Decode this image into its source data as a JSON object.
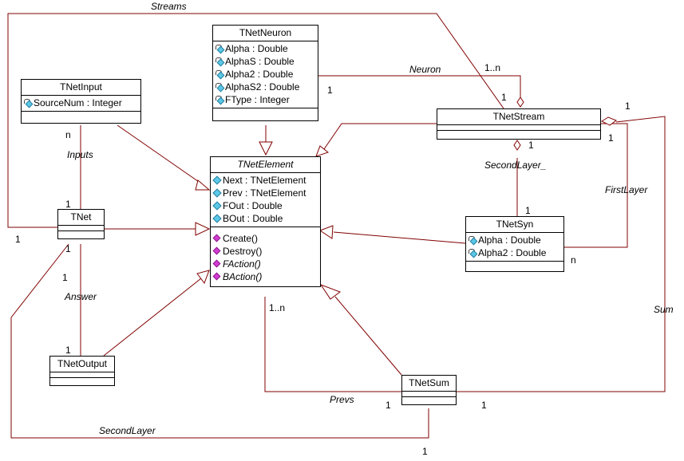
{
  "colors": {
    "line": "#800000",
    "border": "#000000",
    "attr_icon": "#5ac8e6",
    "op_icon": "#d43bd4"
  },
  "icons": {
    "private_attribute": "lock-diamond-icon",
    "public_attribute": "cyan-diamond-icon",
    "public_operation": "magenta-diamond-icon"
  },
  "classes": {
    "tnetneuron": {
      "name": "TNetNeuron",
      "attributes": [
        "Alpha : Double",
        "AlphaS : Double",
        "Alpha2 : Double",
        "AlphaS2 : Double",
        "FType : Integer"
      ]
    },
    "tnetinput": {
      "name": "TNetInput",
      "attributes": [
        "SourceNum : Integer"
      ]
    },
    "tnetstream": {
      "name": "TNetStream"
    },
    "tnetelement": {
      "name": "TNetElement",
      "attributes": [
        "Next : TNetElement",
        "Prev : TNetElement",
        "FOut : Double",
        "BOut : Double"
      ],
      "operations": [
        "Create()",
        "Destroy()",
        "FAction()",
        "BAction()"
      ]
    },
    "tnet": {
      "name": "TNet"
    },
    "tnetsyn": {
      "name": "TNetSyn",
      "attributes": [
        "Alpha : Double",
        "Alpha2 : Double"
      ]
    },
    "tnetoutput": {
      "name": "TNetOutput"
    },
    "tnetsum": {
      "name": "TNetSum"
    }
  },
  "labels": {
    "streams": "Streams",
    "neuron": "Neuron",
    "neuron_mult_1n": "1..n",
    "neuron_mult_1": "1",
    "neuron_mult_stream": "1",
    "inputs": "Inputs",
    "inputs_n": "n",
    "inputs_1": "1",
    "second_layer_": "SecondLayer_",
    "second_layer_1a": "1",
    "second_layer_1b": "1",
    "first_layer": "FirstLayer",
    "first_layer_1": "1",
    "first_layer_n": "n",
    "stream_sum_1": "1",
    "sum": "Sum",
    "sum_1": "1",
    "answer": "Answer",
    "answer_1a": "1",
    "answer_1b": "1",
    "tnet_left_1": "1",
    "tnet_bottom_1": "1",
    "prevs": "Prevs",
    "prevs_1n": "1..n",
    "prevs_1": "1",
    "second_layer": "SecondLayer",
    "second_layer_bottom_1": "1"
  }
}
